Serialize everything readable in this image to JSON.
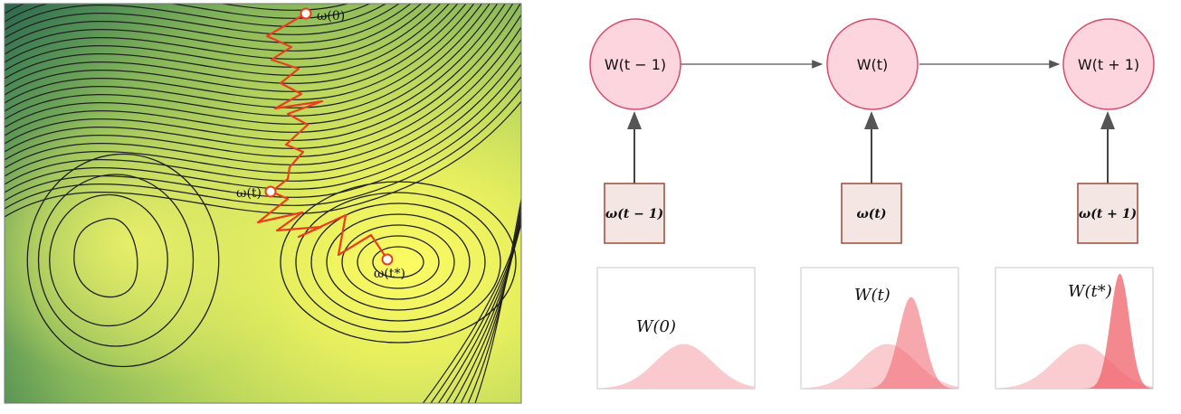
{
  "landscape": {
    "markers": [
      {
        "label": "ω(0)"
      },
      {
        "label": "ω(t)"
      },
      {
        "label": "ω(t*)"
      }
    ]
  },
  "chain": {
    "nodes": [
      {
        "label": "W(t − 1)"
      },
      {
        "label": "W(t)"
      },
      {
        "label": "W(t + 1)"
      }
    ],
    "inputs": [
      {
        "label": "ω(t − 1)"
      },
      {
        "label": "ω(t)"
      },
      {
        "label": "ω(t + 1)"
      }
    ]
  },
  "distributions": [
    {
      "label": "W(0)"
    },
    {
      "label": "W(t)"
    },
    {
      "label": "W(t*)"
    }
  ],
  "colors": {
    "node_fill": "#fdd5de",
    "node_stroke": "#d84a6a",
    "box_fill": "#f3e6e3",
    "box_stroke": "#9b4a3c",
    "path": "#e8401e",
    "contour": "#1f1f1f",
    "dist_light": "#f9bfc4",
    "dist_dark": "#f0606a"
  }
}
